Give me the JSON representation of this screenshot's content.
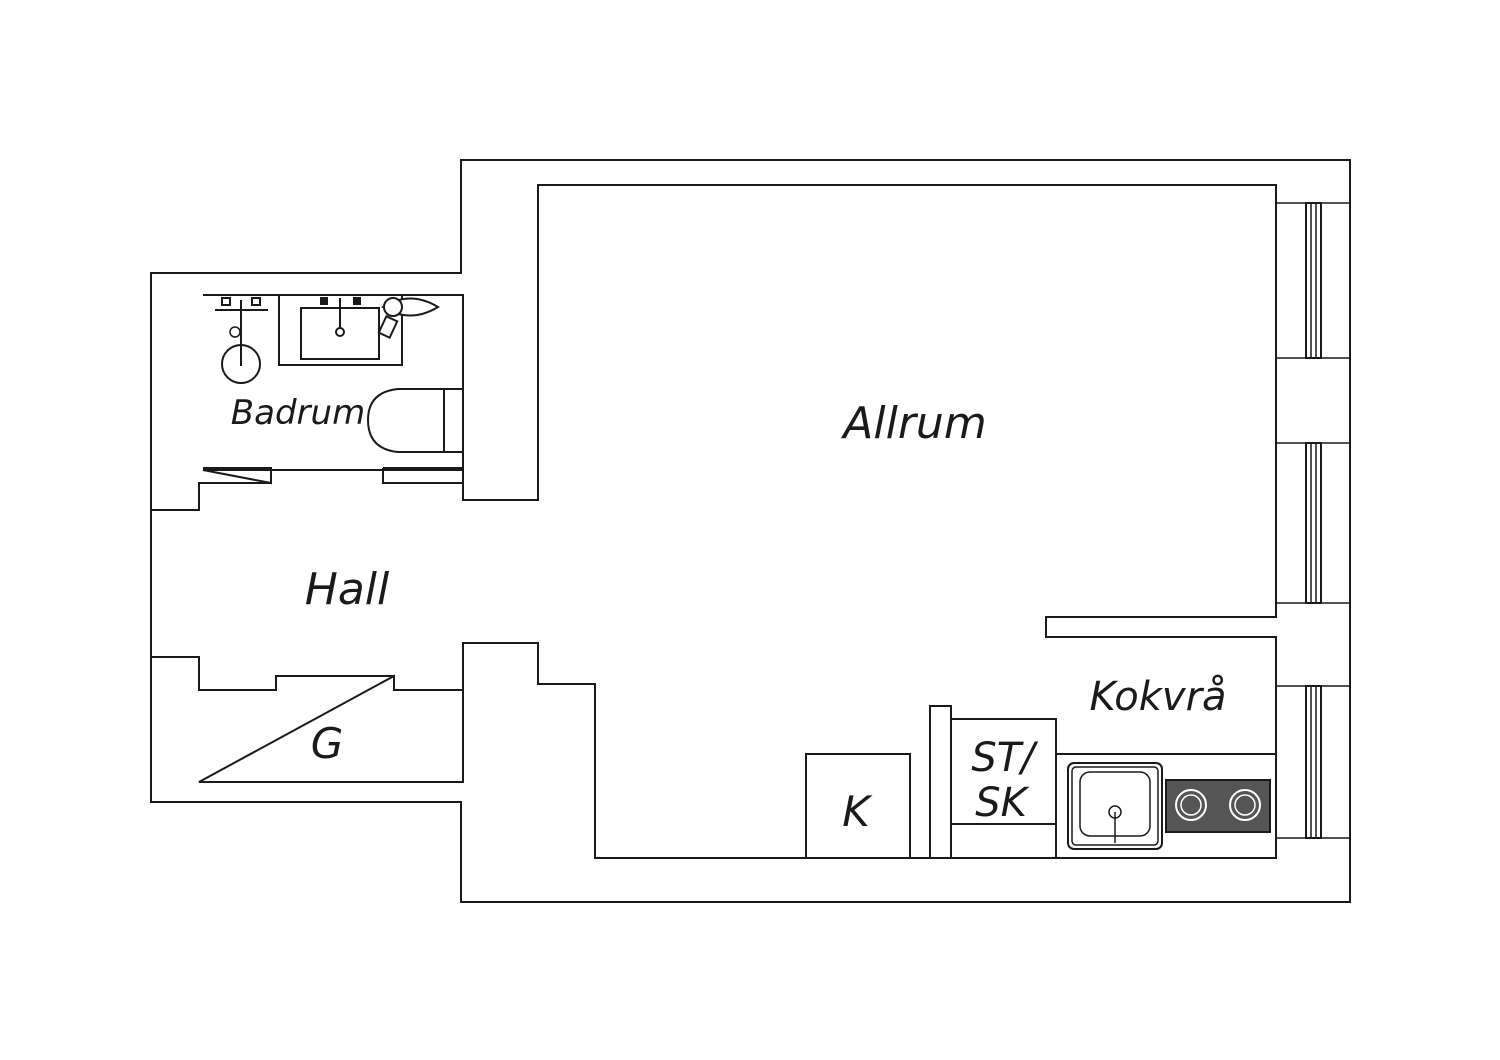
{
  "plan": {
    "rooms": {
      "allrum": "Allrum",
      "hall": "Hall",
      "badrum": "Badrum",
      "kokvra": "Kokvrå",
      "garderob": "G",
      "kyl": "K",
      "stsk_line1": "ST/",
      "stsk_line2": "SK"
    },
    "colors": {
      "line": "#1a1a1a",
      "background": "#ffffff",
      "stove_top": "#555555"
    },
    "icons": [
      "shower-icon",
      "sink-icon",
      "toilet-icon",
      "kitchen-sink-icon",
      "stove-icon",
      "window-icon"
    ]
  }
}
